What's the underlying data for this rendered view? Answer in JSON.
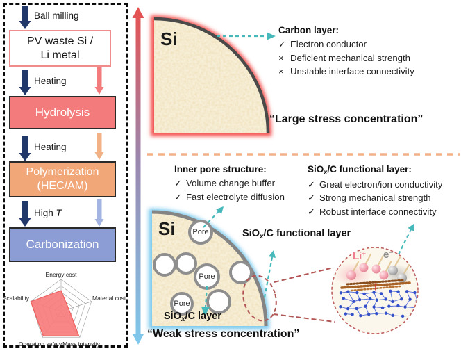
{
  "colors": {
    "salmon": "#f47b7b",
    "orange_box": "#f2a779",
    "periwinkle_box": "#8c9cd4",
    "navy_arrow": "#21386b",
    "teal_arrow": "#47b9bb",
    "glow_red": "#f4514f",
    "glow_blue": "#7ecbee",
    "divider_orange": "#f2b088",
    "maroon_dashed": "#b25555",
    "pv_box_border": "#f08c8c"
  },
  "left_panel": {
    "steps": [
      {
        "label": "Ball milling"
      },
      {
        "label": "Heating"
      },
      {
        "label": "Heating"
      },
      {
        "label": "High ",
        "label_italic": "T"
      }
    ],
    "boxes": {
      "pv": {
        "line1": "PV waste Si /",
        "line2": "Li metal"
      },
      "hydrolysis": {
        "line1": "Hydrolysis"
      },
      "polymerization": {
        "line1": "Polymerization",
        "line2": "(HEC/AM)"
      },
      "carbonization": {
        "line1": "Carbonization"
      }
    }
  },
  "chart_data": {
    "type": "radar",
    "categories": [
      "Energy cost",
      "Material cost",
      "Mass intensity",
      "Operation safety",
      "Scalability"
    ],
    "values": [
      0.65,
      0.25,
      0.95,
      0.95,
      1.0
    ],
    "value_range": [
      0,
      1
    ],
    "levels": 5,
    "grid": true,
    "legend": false,
    "fill_color": "#f97c7c",
    "stroke_color": "#ee5f5f",
    "grid_color": "#9a9a9a"
  },
  "right_top": {
    "si_label": "Si",
    "callout": {
      "heading": "Carbon layer:",
      "items": [
        {
          "mark": "✓",
          "text": "Electron conductor"
        },
        {
          "mark": "×",
          "text": "Deficient mechanical strength"
        },
        {
          "mark": "×",
          "text": "Unstable interface connectivity"
        }
      ]
    },
    "caption": "“Large stress concentration”"
  },
  "right_bottom": {
    "si_label": "Si",
    "pore_label": "Pore",
    "inner_pore_callout": {
      "heading": "Inner pore structure:",
      "items": [
        {
          "mark": "✓",
          "text": "Volume change buffer"
        },
        {
          "mark": "✓",
          "text": "Fast electrolyte diffusion"
        }
      ]
    },
    "functional_callout": {
      "heading_prefix": "SiO",
      "heading_sub": "x",
      "heading_suffix": "/C functional layer:",
      "items": [
        {
          "mark": "✓",
          "text": "Great electron/ion conductivity"
        },
        {
          "mark": "✓",
          "text": "Strong mechanical strength"
        },
        {
          "mark": "✓",
          "text": "Robust interface connectivity"
        }
      ]
    },
    "label_functional": {
      "prefix": "SiO",
      "sub": "x",
      "suffix": "/C functional layer"
    },
    "label_layer": {
      "prefix": "SiO",
      "sub": "x",
      "suffix": "/C layer"
    },
    "caption": "“Weak stress concentration”",
    "inset": {
      "li_label": "Li",
      "li_sup": "+",
      "e_label": "e",
      "e_sup": "−"
    }
  }
}
